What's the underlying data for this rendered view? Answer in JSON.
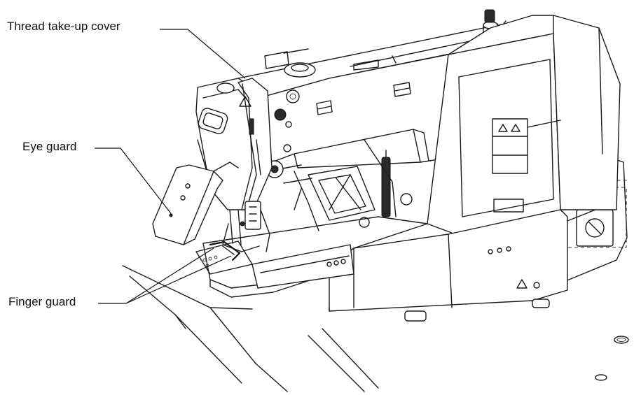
{
  "callouts": {
    "thread_takeup_cover": "Thread take-up cover",
    "eye_guard": "Eye guard",
    "finger_guard": "Finger guard"
  },
  "icons": {
    "warning": "warning-triangle-icon",
    "prohibited": "prohibited-circle-icon"
  },
  "colors": {
    "line": "#1a1a1a",
    "background": "#ffffff"
  }
}
